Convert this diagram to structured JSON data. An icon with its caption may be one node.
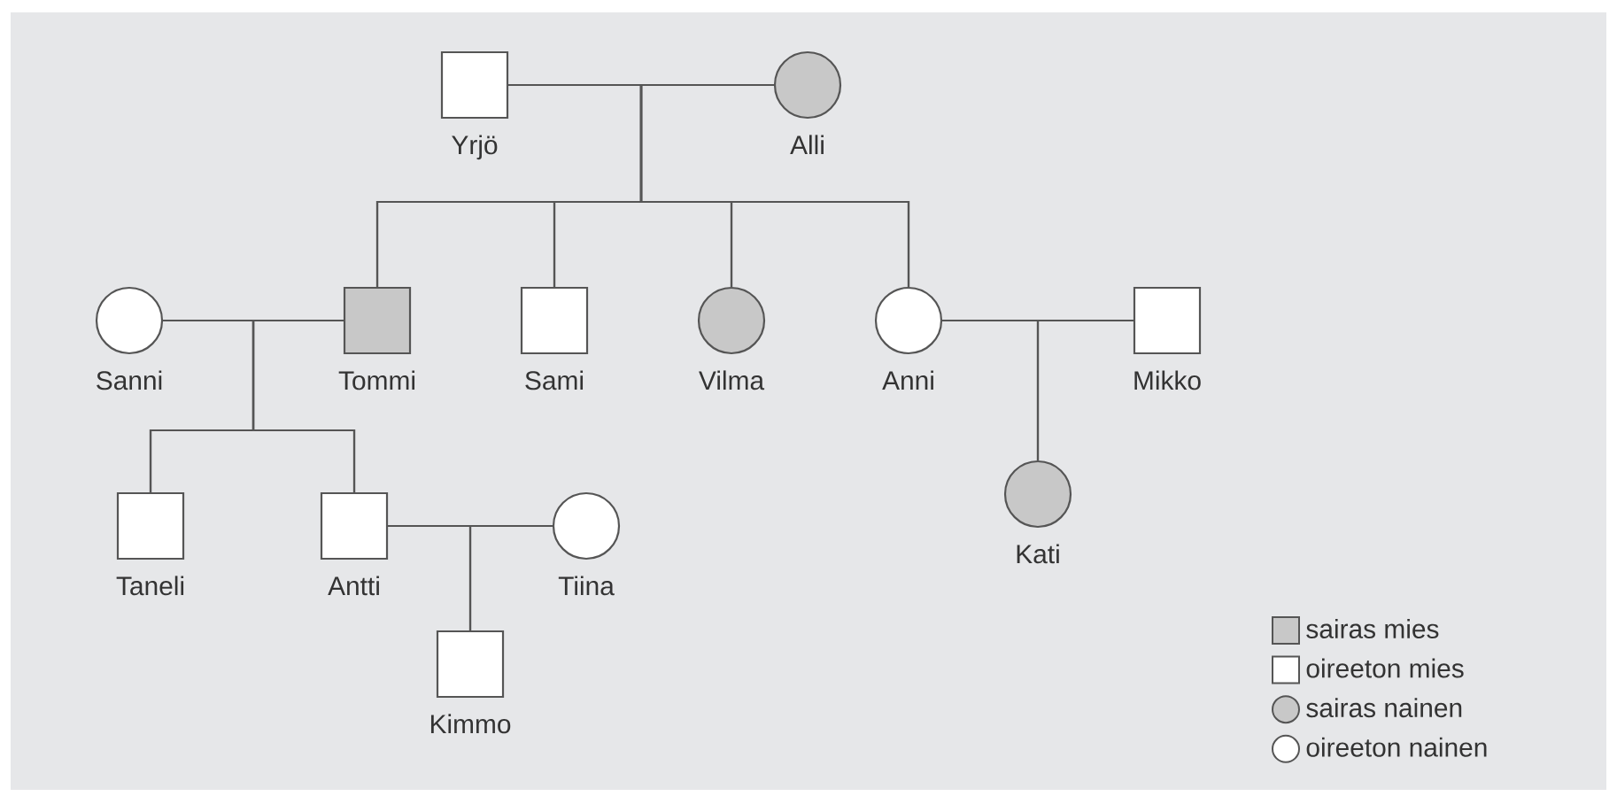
{
  "diagram": {
    "nodes": [
      {
        "text": [],
        "shape": "box",
        "beside": [
          "Yrjö"
        ]
      },
      {
        "text": [],
        "shape": "circle",
        "beside": [
          "Alli"
        ]
      },
      {
        "text": [],
        "shape": "circle",
        "beside": [
          "Sanni"
        ]
      },
      {
        "text": [],
        "shape": "box",
        "beside": [
          "Tommi"
        ]
      },
      {
        "text": [],
        "shape": "box",
        "beside": [
          "Sami"
        ]
      },
      {
        "text": [],
        "shape": "circle",
        "beside": [
          "Vilma"
        ]
      },
      {
        "text": [],
        "shape": "circle",
        "beside": [
          "Anni"
        ]
      },
      {
        "text": [],
        "shape": "box",
        "beside": [
          "Mikko"
        ]
      },
      {
        "text": [],
        "shape": "circle",
        "beside": [
          "Kati"
        ]
      },
      {
        "text": [],
        "shape": "box",
        "beside": [
          "Taneli"
        ]
      },
      {
        "text": [],
        "shape": "box",
        "beside": [
          "Antti"
        ]
      },
      {
        "text": [],
        "shape": "circle",
        "beside": [
          "Tiina"
        ]
      },
      {
        "text": [],
        "shape": "box",
        "beside": [
          "Kimmo"
        ]
      }
    ],
    "edges": [
      {
        "from": 0,
        "to": 1,
        "arrow": "none"
      },
      {
        "from": 0,
        "to": 3,
        "arrow": "none"
      },
      {
        "from": 1,
        "to": 3,
        "arrow": "none"
      },
      {
        "from": 0,
        "to": 4,
        "arrow": "none"
      },
      {
        "from": 1,
        "to": 4,
        "arrow": "none"
      },
      {
        "from": 0,
        "to": 5,
        "arrow": "none"
      },
      {
        "from": 1,
        "to": 5,
        "arrow": "none"
      },
      {
        "from": 0,
        "to": 6,
        "arrow": "none"
      },
      {
        "from": 1,
        "to": 6,
        "arrow": "none"
      },
      {
        "from": 2,
        "to": 3,
        "arrow": "none"
      },
      {
        "from": 2,
        "to": 9,
        "arrow": "none"
      },
      {
        "from": 3,
        "to": 9,
        "arrow": "none"
      },
      {
        "from": 2,
        "to": 10,
        "arrow": "none"
      },
      {
        "from": 3,
        "to": 10,
        "arrow": "none"
      },
      {
        "from": 6,
        "to": 7,
        "arrow": "none"
      },
      {
        "from": 6,
        "to": 8,
        "arrow": "none"
      },
      {
        "from": 7,
        "to": 8,
        "arrow": "none"
      },
      {
        "from": 10,
        "to": 11,
        "arrow": "none"
      },
      {
        "from": 10,
        "to": 12,
        "arrow": "none"
      },
      {
        "from": 11,
        "to": 12,
        "arrow": "none"
      }
    ],
    "legend": [
      {
        "text": "sairas mies",
        "color": "#c8c8c8"
      },
      {
        "text": "oireeton mies",
        "color": "#ffffff"
      },
      {
        "text": "sairas nainen",
        "color": "#c8c8c8"
      },
      {
        "text": "oireeton nainen",
        "color": "#ffffff"
      }
    ]
  }
}
